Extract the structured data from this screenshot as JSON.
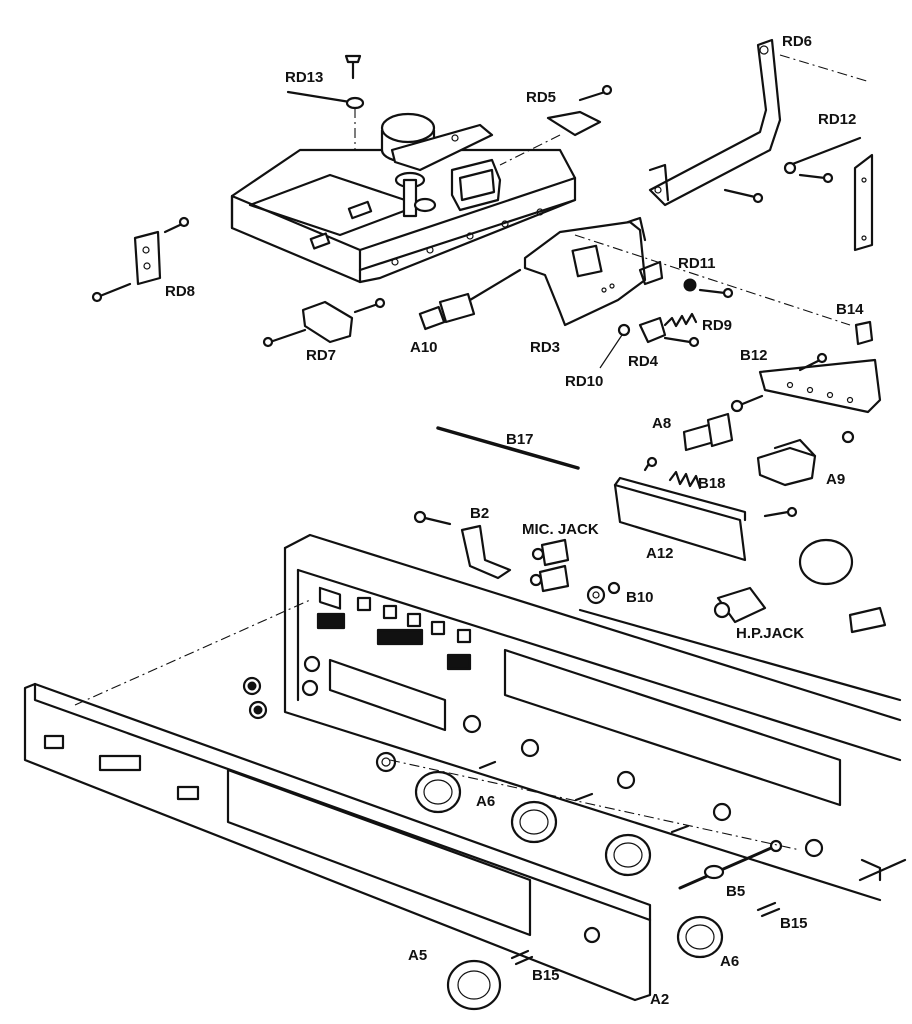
{
  "labels": {
    "RD13": "RD13",
    "RD5": "RD5",
    "RD6": "RD6",
    "RD12": "RD12",
    "RD8": "RD8",
    "RD7": "RD7",
    "A10": "A10",
    "RD3": "RD3",
    "RD11": "RD11",
    "RD9": "RD9",
    "RD10": "RD10",
    "RD4": "RD4",
    "B14": "B14",
    "B12": "B12",
    "A8": "A8",
    "A9": "A9",
    "B17": "B17",
    "B18": "B18",
    "B2": "B2",
    "MIC_JACK": "MIC. JACK",
    "A12": "A12",
    "B10": "B10",
    "HP_JACK": "H.P.JACK",
    "A6_top": "A6",
    "B5": "B5",
    "B15_right": "B15",
    "A6_bottom": "A6",
    "A5": "A5",
    "B15_bottom": "B15",
    "A2": "A2"
  }
}
